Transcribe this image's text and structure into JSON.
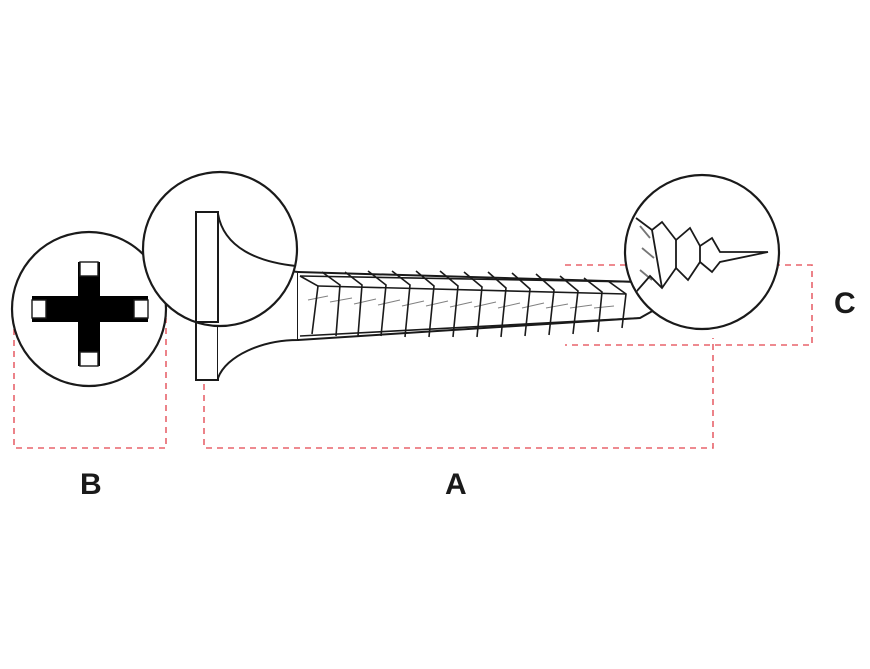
{
  "labels": {
    "length": "A",
    "head_diameter": "B",
    "thread_diameter": "C"
  },
  "colors": {
    "line": "#1a1a1a",
    "dimension": "#e8646c",
    "background": "#ffffff"
  },
  "icons": {
    "phillips_head": "phillips-cross-recess-icon",
    "bugle_head": "bugle-head-profile-icon",
    "sharp_point": "sharp-point-tip-icon"
  }
}
